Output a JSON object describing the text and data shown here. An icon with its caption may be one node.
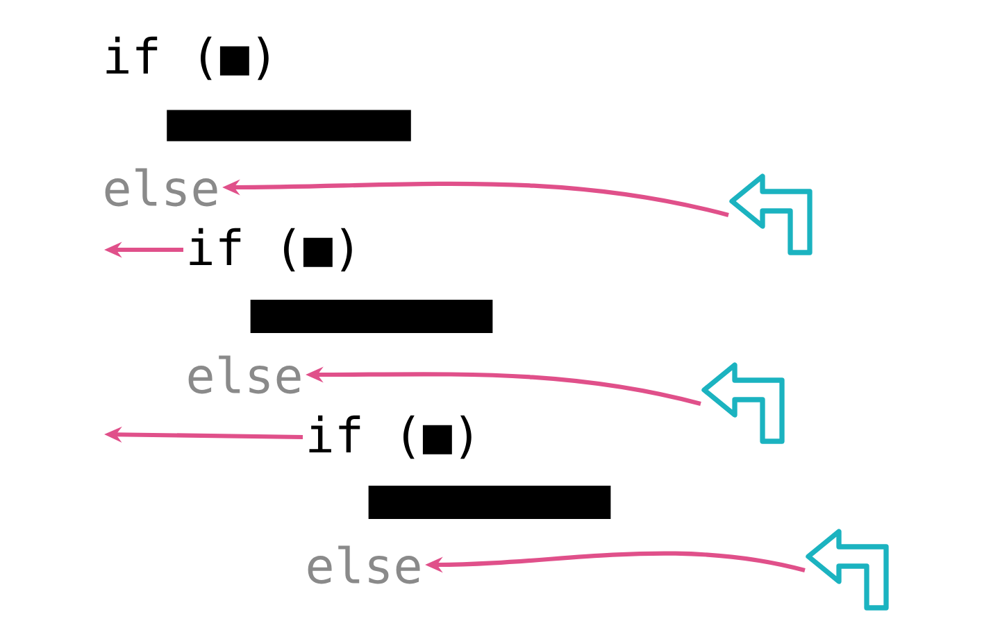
{
  "diagram": {
    "nodes": [
      {
        "text": [
          "if (■)"
        ]
      },
      {
        "text": [],
        "shape": "bar"
      },
      {
        "text": [
          "else"
        ]
      },
      {
        "text": [],
        "shape": "arrow"
      },
      {
        "text": [
          "if (■)"
        ]
      },
      {
        "text": [],
        "shape": "bar"
      },
      {
        "text": [
          "else"
        ]
      },
      {
        "text": [],
        "shape": "arrow"
      },
      {
        "text": [
          "if (■)"
        ]
      },
      {
        "text": [],
        "shape": "bar"
      },
      {
        "text": [
          "else"
        ]
      },
      {
        "text": [],
        "shape": "arrow"
      }
    ],
    "edges": [
      {
        "from": 3,
        "to": 2,
        "arrow": "to"
      },
      {
        "from": 4,
        "to": null,
        "arrow": "to"
      },
      {
        "from": 7,
        "to": 6,
        "arrow": "to"
      },
      {
        "from": 8,
        "to": null,
        "arrow": "to"
      },
      {
        "from": 11,
        "to": 10,
        "arrow": "to"
      }
    ]
  }
}
